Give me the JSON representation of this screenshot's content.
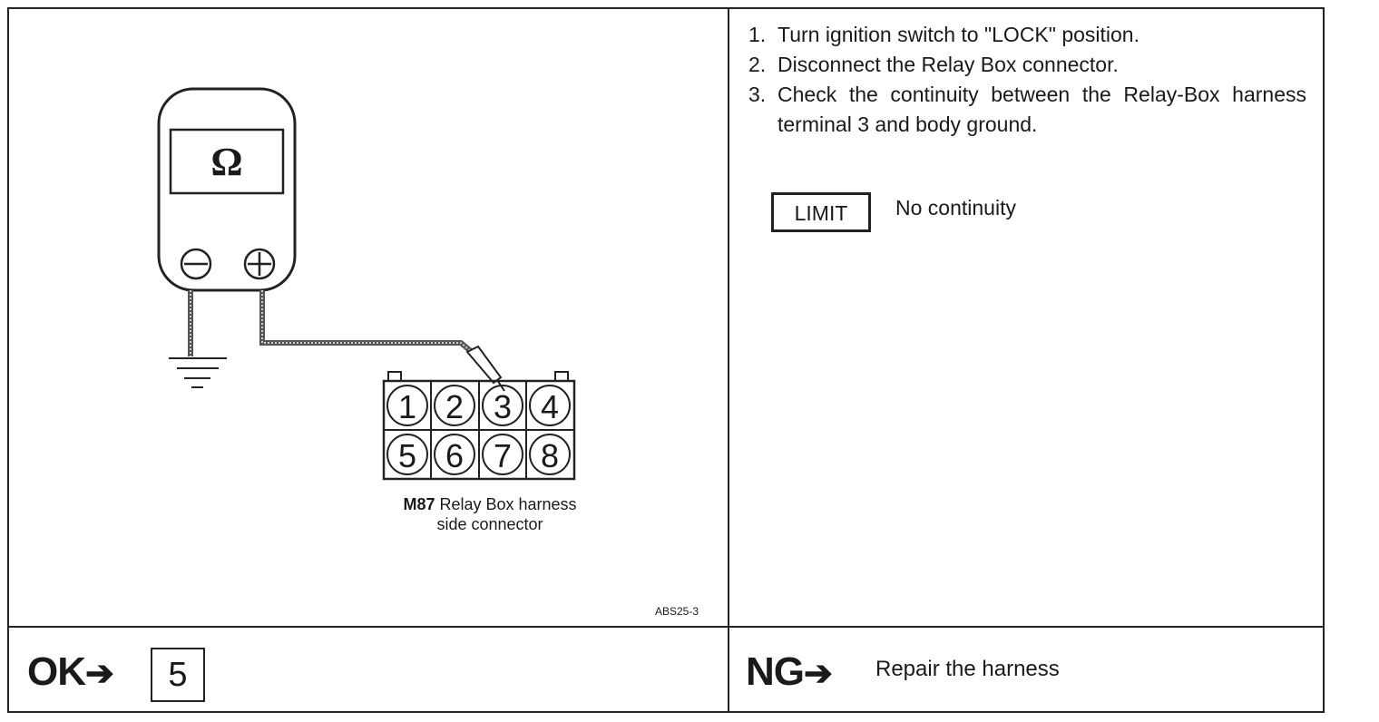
{
  "left_panel": {
    "meter_symbol": "Ω",
    "minus_symbol": "⊖",
    "plus_symbol": "⊕",
    "connector_pins": [
      "1",
      "2",
      "3",
      "4",
      "5",
      "6",
      "7",
      "8"
    ],
    "caption_bold": "M87",
    "caption_line1": " Relay Box harness",
    "caption_line2": "side connector",
    "figure_id": "ABS25-3"
  },
  "right_panel": {
    "steps": [
      {
        "num": "1.",
        "text": "Turn ignition switch to \"LOCK\" position."
      },
      {
        "num": "2.",
        "text": "Disconnect the Relay Box connector."
      },
      {
        "num": "3.",
        "text": "Check the continuity between the Relay-Box harness terminal 3 and body ground."
      }
    ],
    "limit_label": "LIMIT",
    "limit_value": "No continuity"
  },
  "ok_row": {
    "label": "OK",
    "arrow": "➔",
    "target": "5"
  },
  "ng_row": {
    "label": "NG",
    "arrow": "➔",
    "action": "Repair the harness"
  }
}
